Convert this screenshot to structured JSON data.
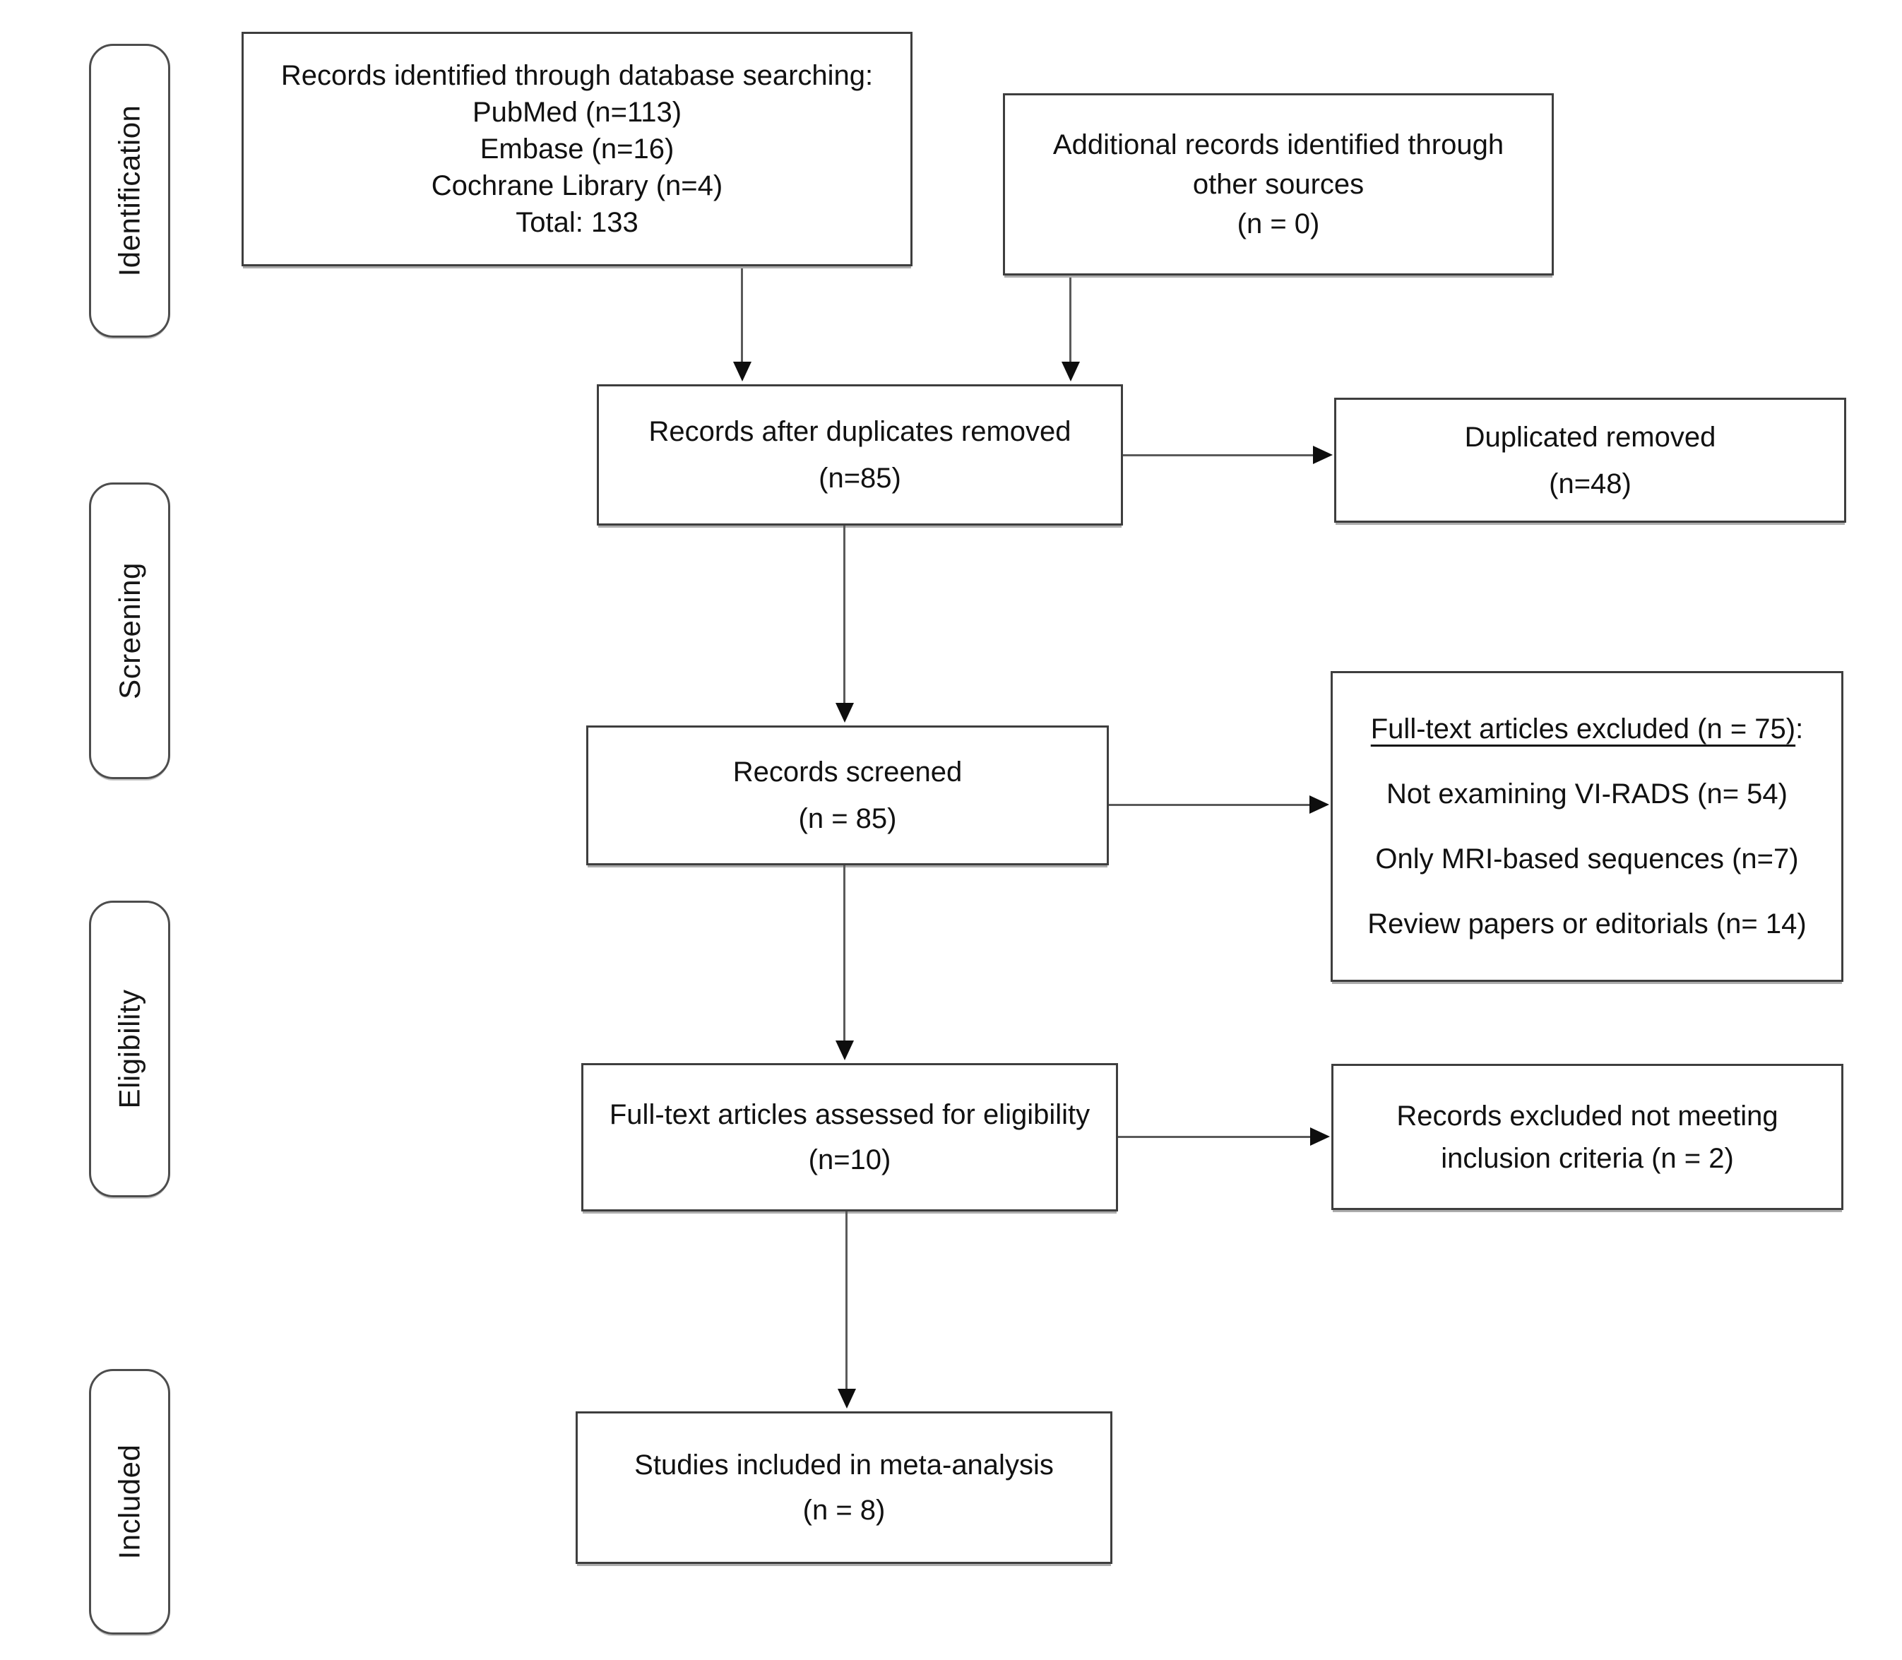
{
  "stages": {
    "identification": "Identification",
    "screening": "Screening",
    "eligibility": "Eligibility",
    "included": "Included"
  },
  "boxes": {
    "identified": {
      "lines": [
        "Records identified through database searching:",
        "PubMed (n=113)",
        "Embase (n=16)",
        "Cochrane Library (n=4)",
        "Total: 133"
      ]
    },
    "additional": {
      "lines": [
        "Additional records identified through",
        "other sources",
        "(n = 0)"
      ]
    },
    "after_duplicates": {
      "lines": [
        "Records after duplicates removed",
        "(n=85)"
      ]
    },
    "duplicates_removed": {
      "lines": [
        "Duplicated removed",
        "(n=48)"
      ]
    },
    "screened": {
      "lines": [
        "Records screened",
        "(n = 85)"
      ]
    },
    "fulltext_excluded": {
      "heading": "Full-text articles excluded (n = 75)",
      "heading_suffix": ":",
      "reasons": [
        "Not examining VI-RADS (n= 54)",
        "Only MRI-based sequences (n=7)",
        "Review papers or editorials (n= 14)"
      ]
    },
    "assessed": {
      "lines": [
        "Full-text articles assessed for eligibility",
        "(n=10)"
      ]
    },
    "excluded_criteria": {
      "lines": [
        "Records excluded not meeting",
        "inclusion criteria (n = 2)"
      ]
    },
    "included_meta": {
      "lines": [
        "Studies included in meta-analysis",
        "(n = 8)"
      ]
    }
  },
  "colors": {
    "box_border": "#3e3e3e",
    "stage_border": "#4d4d4d",
    "line": "#5a5a5a",
    "arrowhead": "#0e0e0e",
    "text": "#111111",
    "background": "#ffffff"
  }
}
